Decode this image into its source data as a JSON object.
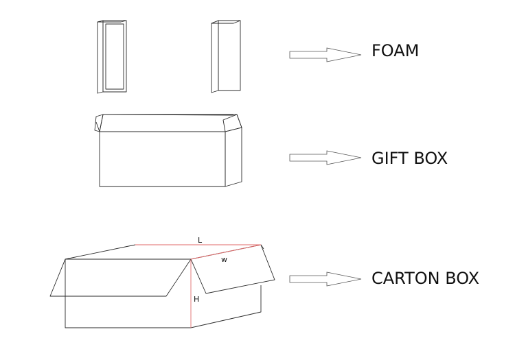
{
  "labels": {
    "foam": "FOAM",
    "gift_box": "GIFT BOX",
    "carton_box": "CARTON BOX"
  },
  "dimensions": {
    "length": "L",
    "width": "w",
    "height": "H"
  },
  "colors": {
    "outline": "#2a2a2a",
    "dimension_line": "#e06a6a",
    "arrow": "#555555"
  }
}
